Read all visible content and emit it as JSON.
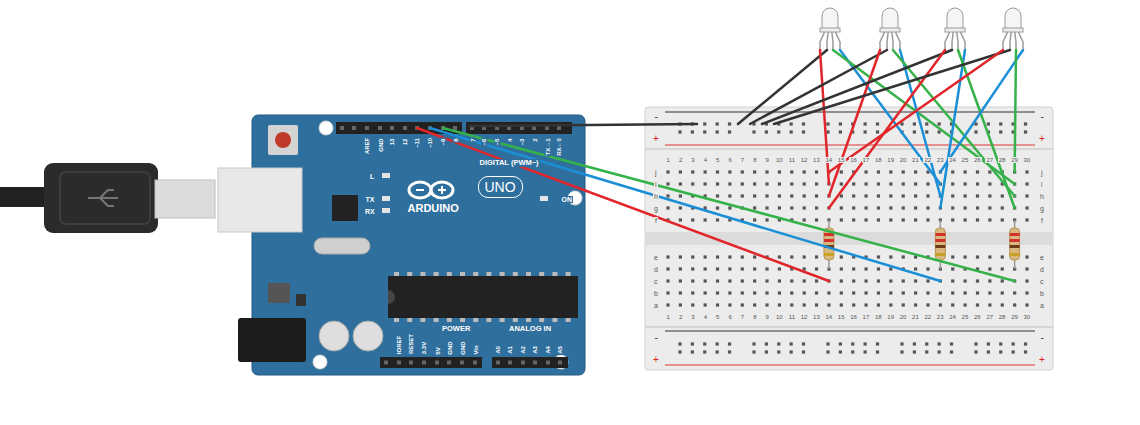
{
  "diagram": {
    "labels": [
      "AREF",
      "GND",
      "13",
      "12",
      "~11",
      "~10",
      "~9",
      "8",
      "7",
      "~6",
      "~5",
      "4",
      "~3",
      "2",
      "TX→1",
      "RX←0",
      "DIGITAL (PWM~)",
      "L",
      "TX",
      "RX",
      "ARDUINO",
      "UNO",
      "ON",
      "IOREF",
      "RESET",
      "3.3V",
      "5V",
      "GND",
      "GND",
      "Vin",
      "POWER",
      "ANALOG IN",
      "A0",
      "A1",
      "A2",
      "A3",
      "A4",
      "A5",
      "-",
      "+",
      "-",
      "+",
      "1",
      "2",
      "3",
      "4",
      "5",
      "6",
      "7",
      "8",
      "9",
      "10",
      "11",
      "12",
      "13",
      "14",
      "15",
      "16",
      "17",
      "18",
      "19",
      "20",
      "21",
      "22",
      "23",
      "24",
      "25",
      "26",
      "27",
      "28",
      "29",
      "30",
      "j",
      "i",
      "h",
      "g",
      "f",
      "j",
      "i",
      "h",
      "g",
      "f",
      "e",
      "d",
      "c",
      "b",
      "a",
      "e",
      "d",
      "c",
      "b",
      "a",
      "1",
      "2",
      "3",
      "4",
      "5",
      "6",
      "7",
      "8",
      "9",
      "10",
      "11",
      "12",
      "13",
      "14",
      "15",
      "16",
      "17",
      "18",
      "19",
      "20",
      "21",
      "22",
      "23",
      "24",
      "25",
      "26",
      "27",
      "28",
      "29",
      "30",
      "-",
      "+",
      "-",
      "+"
    ]
  }
}
